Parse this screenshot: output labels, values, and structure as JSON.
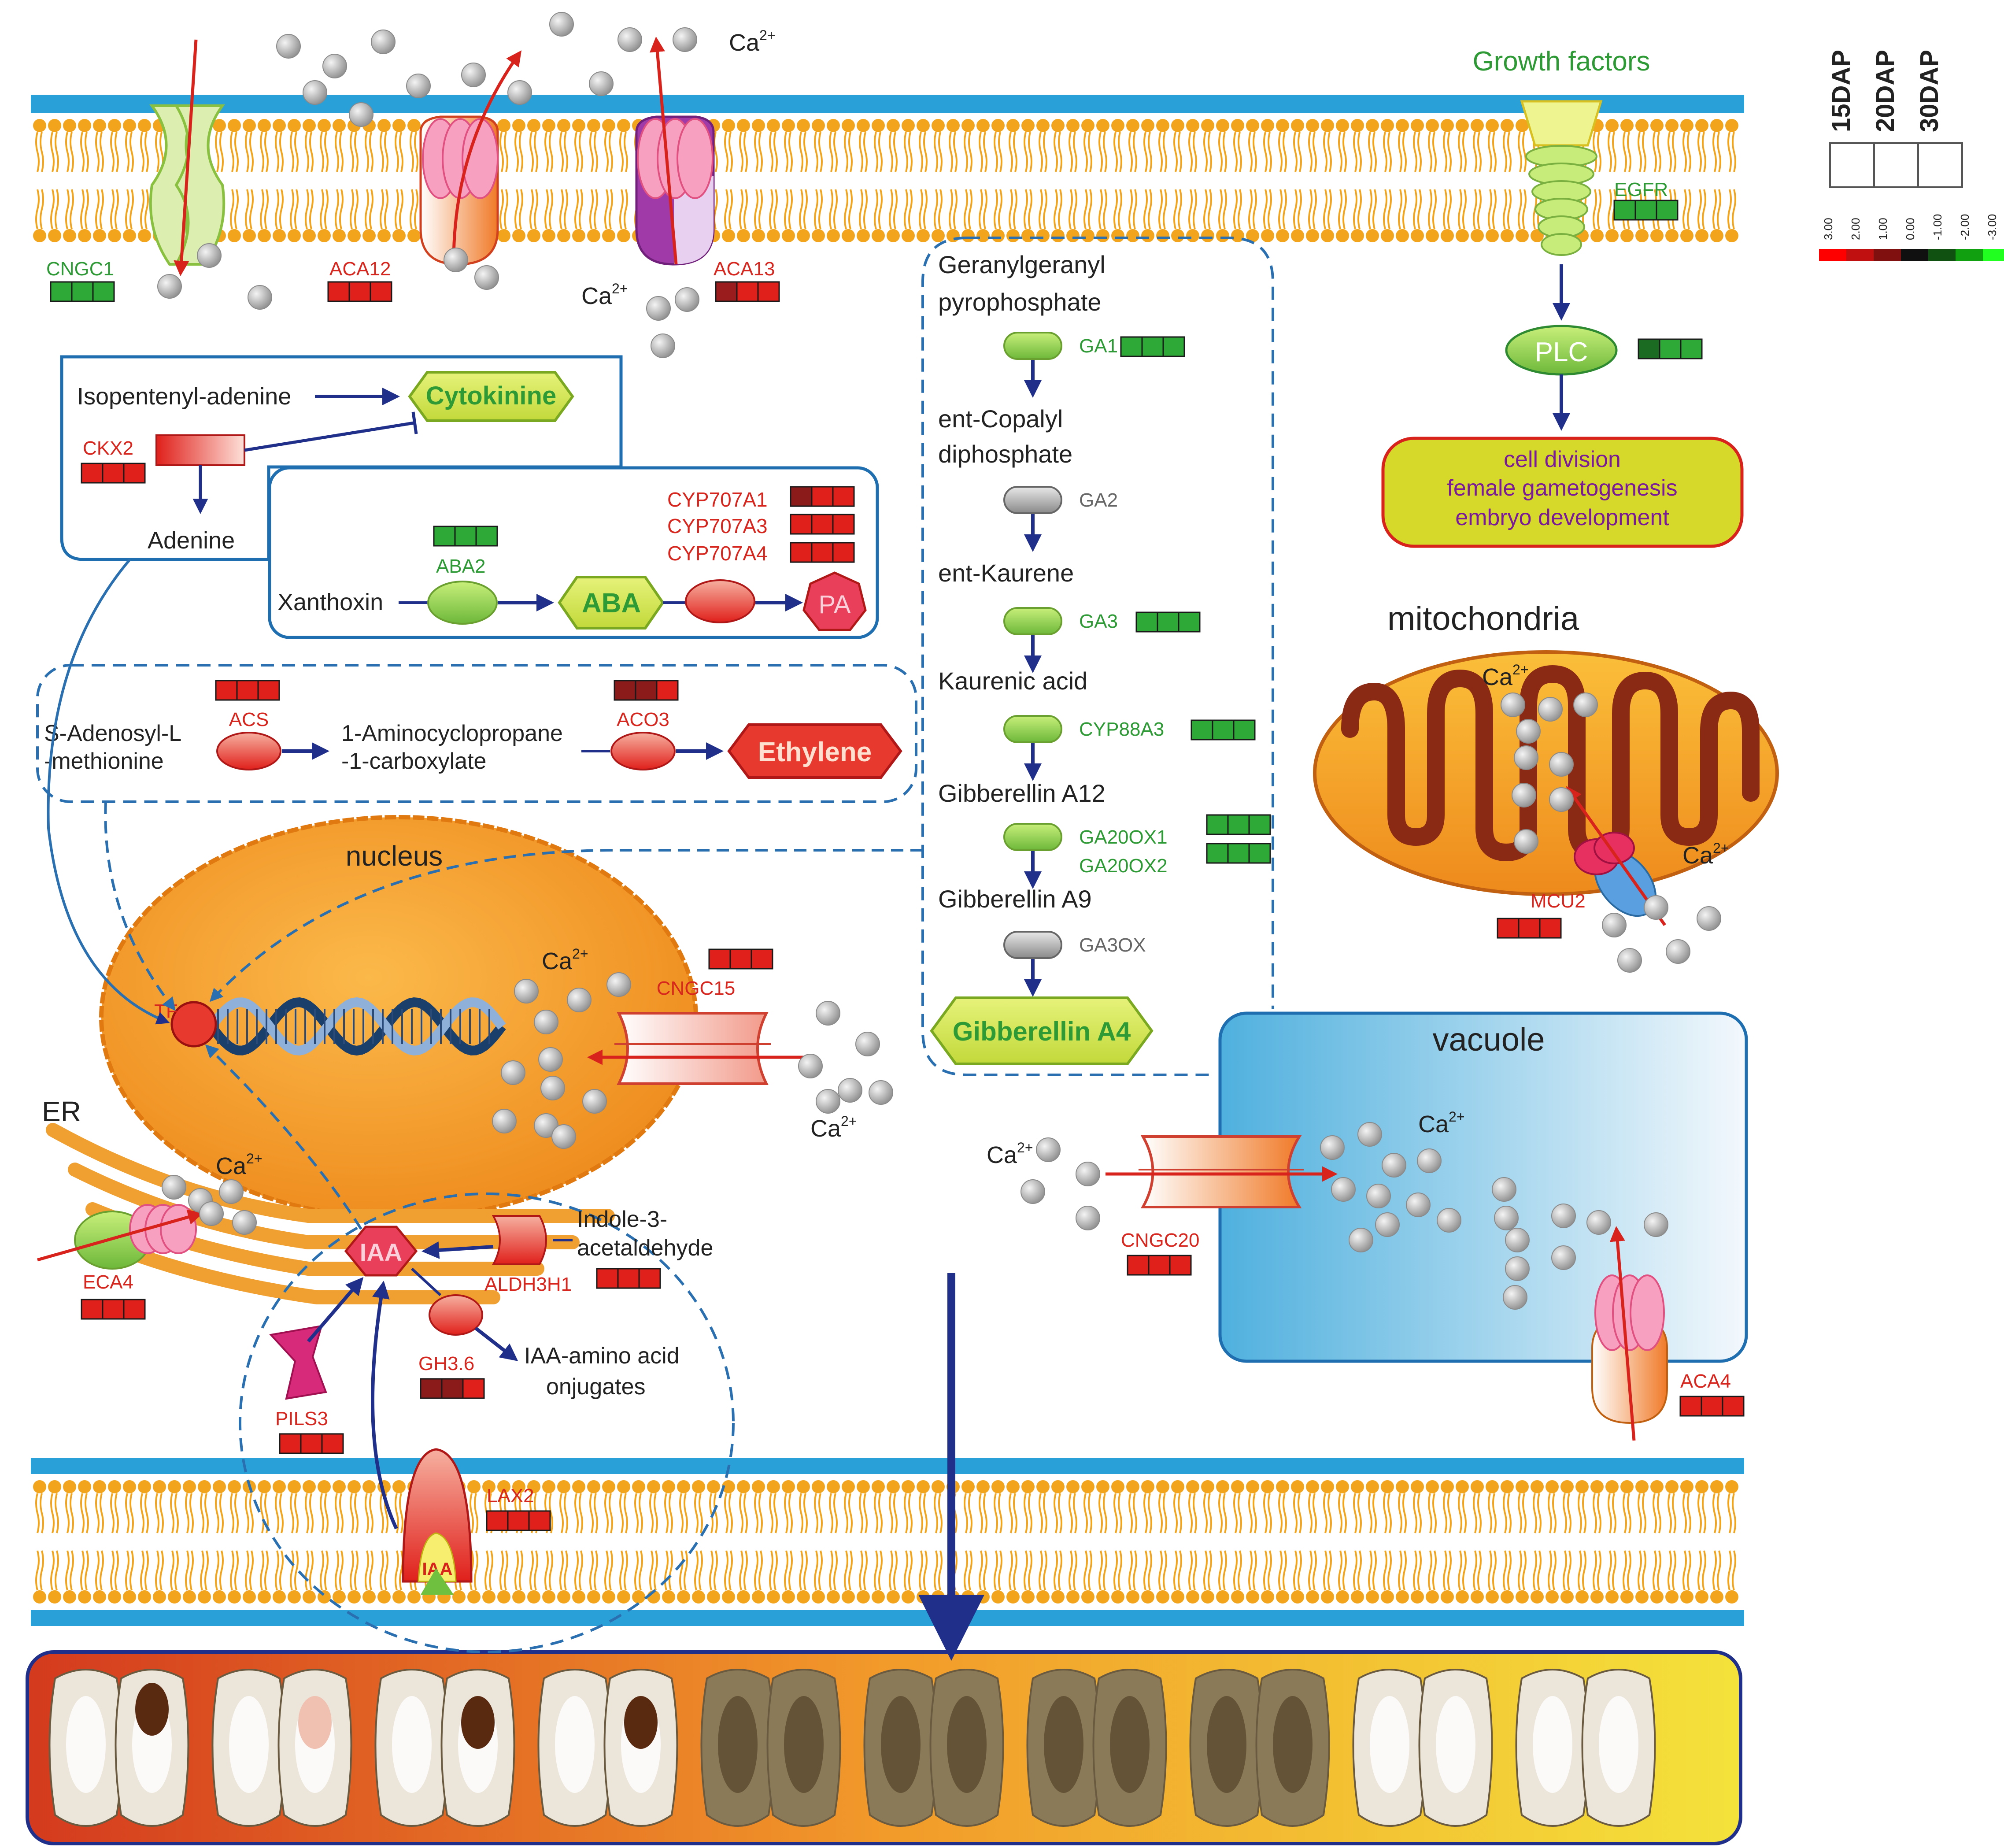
{
  "colors": {
    "membrane_band": "#2aa0d8",
    "lipid": "#f2a51c",
    "nucleus": "#f39a2a",
    "ca_ion": "#c8c8c8",
    "up_red": "#e0201b",
    "dark_red": "#8b1a1a",
    "green": "#2ea836",
    "dark_green": "#1b6b22",
    "arrow_blue": "#1f2f8a",
    "arrow_red": "#d8231c",
    "dashed_blue": "#2a6fb0"
  },
  "ions": {
    "ca": "Ca",
    "ca_sup": "2+"
  },
  "legend": {
    "columns": [
      "15DAP",
      "20DAP",
      "30DAP"
    ],
    "scale_labels": [
      "3.00",
      "2.00",
      "1.00",
      "0.00",
      "-1.00",
      "-2.00",
      "-3.00"
    ],
    "scale_colors": [
      "#ff0000",
      "#c01010",
      "#801010",
      "#101010",
      "#105010",
      "#10a010",
      "#20ff20"
    ]
  },
  "channels": {
    "cngc1": "CNGC1",
    "aca12": "ACA12",
    "aca13": "ACA13",
    "egfr": "EGFR",
    "cngc15": "CNGC15",
    "cngc20": "CNGC20",
    "mcu2": "MCU2",
    "eca4": "ECA4",
    "aca4": "ACA4",
    "lax2": "LAX2",
    "pils3": "PILS3"
  },
  "growth": {
    "title": "Growth factors",
    "plc": "PLC",
    "outcomes": [
      "cell division",
      "female gametogenesis",
      "embryo development"
    ]
  },
  "cytokinin": {
    "substrate": "Isopentenyl-adenine",
    "product": "Cytokinine",
    "enzyme": "CKX2",
    "degraded": "Adenine"
  },
  "aba": {
    "substrate": "Xanthoxin",
    "enzyme1": "ABA2",
    "product": "ABA",
    "product2": "PA",
    "cyp": [
      "CYP707A1",
      "CYP707A3",
      "CYP707A4"
    ]
  },
  "ethylene": {
    "substrate_line1": "S-Adenosyl-L",
    "substrate_line2": "-methionine",
    "enzyme1": "ACS",
    "intermediate_line1": "1-Aminocyclopropane",
    "intermediate_line2": "-1-carboxylate",
    "enzyme2": "ACO3",
    "product": "Ethylene"
  },
  "gibberellin": {
    "steps": [
      {
        "metabolite": [
          "Geranylgeranyl",
          "pyrophosphate"
        ],
        "enzymes": [
          "GA1"
        ]
      },
      {
        "metabolite": [
          "ent-Copalyl",
          "diphosphate"
        ],
        "enzymes": [
          "GA2"
        ]
      },
      {
        "metabolite": [
          "ent-Kaurene"
        ],
        "enzymes": [
          "GA3"
        ]
      },
      {
        "metabolite": [
          "Kaurenic acid"
        ],
        "enzymes": [
          "CYP88A3"
        ]
      },
      {
        "metabolite": [
          "Gibberellin A12"
        ],
        "enzymes": [
          "GA20OX1",
          "GA20OX2"
        ]
      },
      {
        "metabolite": [
          "Gibberellin A9"
        ],
        "enzymes": [
          "GA3OX"
        ]
      }
    ],
    "product": "Gibberellin A4"
  },
  "nucleus": {
    "title": "nucleus",
    "tf": "TF"
  },
  "er": {
    "title": "ER"
  },
  "auxin": {
    "iaa": "IAA",
    "substrate_line1": "Indole-3-",
    "substrate_line2": "acetaldehyde",
    "enzyme": "ALDH3H1",
    "gh": "GH3.6",
    "conj_line1": "IAA-amino acid",
    "conj_line2": "onjugates"
  },
  "organelles": {
    "mitochondria": "mitochondria",
    "vacuole": "vacuole"
  },
  "heatmaps": {
    "cngc1": [
      "#2ea836",
      "#2ea836",
      "#2ea836"
    ],
    "aca12": [
      "#e0201b",
      "#e0201b",
      "#e0201b"
    ],
    "aca13": [
      "#9a1c1c",
      "#e0201b",
      "#e0201b"
    ],
    "egfr": [
      "#2ea836",
      "#2ea836",
      "#2ea836"
    ],
    "plc": [
      "#1b6b22",
      "#2ea836",
      "#2ea836"
    ],
    "ckx2": [
      "#e0201b",
      "#e0201b",
      "#e0201b"
    ],
    "aba2": [
      "#2ea836",
      "#2ea836",
      "#2ea836"
    ],
    "cyp707a1": [
      "#8b1a1a",
      "#e0201b",
      "#e0201b"
    ],
    "cyp707a3": [
      "#e0201b",
      "#e0201b",
      "#e0201b"
    ],
    "cyp707a4": [
      "#e0201b",
      "#e0201b",
      "#e0201b"
    ],
    "acs": [
      "#e0201b",
      "#e0201b",
      "#e0201b"
    ],
    "aco3": [
      "#8b1a1a",
      "#8b1a1a",
      "#e0201b"
    ],
    "ga1": [
      "#2ea836",
      "#2ea836",
      "#2ea836"
    ],
    "ga3": [
      "#2ea836",
      "#2ea836",
      "#2ea836"
    ],
    "cyp88a3": [
      "#2ea836",
      "#2ea836",
      "#2ea836"
    ],
    "ga20ox1": [
      "#2ea836",
      "#2ea836",
      "#2ea836"
    ],
    "ga20ox2": [
      "#2ea836",
      "#2ea836",
      "#2ea836"
    ],
    "cngc15": [
      "#e0201b",
      "#e0201b",
      "#e0201b"
    ],
    "mcu2": [
      "#e0201b",
      "#e0201b",
      "#e0201b"
    ],
    "cngc20": [
      "#e0201b",
      "#e0201b",
      "#e0201b"
    ],
    "eca4": [
      "#e0201b",
      "#e0201b",
      "#e0201b"
    ],
    "aldh3h1": [
      "#e0201b",
      "#e0201b",
      "#e0201b"
    ],
    "gh36": [
      "#8b1a1a",
      "#8b1a1a",
      "#e0201b"
    ],
    "pils3": [
      "#e0201b",
      "#e0201b",
      "#e0201b"
    ],
    "lax2": [
      "#e0201b",
      "#e0201b",
      "#e0201b"
    ],
    "aca4": [
      "#e0201b",
      "#e0201b",
      "#e0201b"
    ]
  },
  "photo_strip": {
    "pod_count": 10
  }
}
